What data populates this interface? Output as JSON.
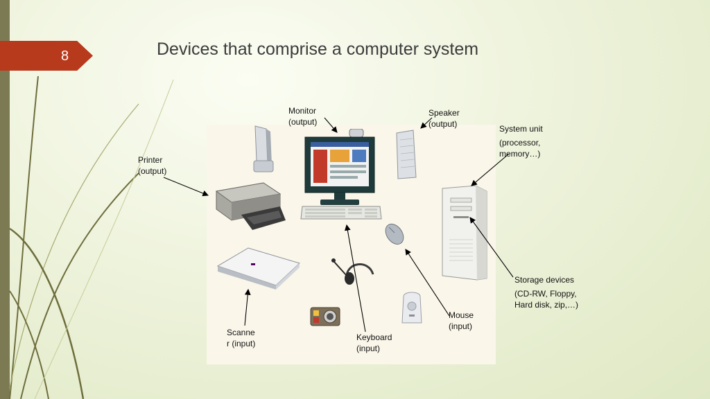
{
  "slide": {
    "number": "8",
    "title": "Devices that comprise a computer system"
  },
  "labels": {
    "monitor": [
      "Monitor",
      "(output)"
    ],
    "speaker": [
      "Speaker",
      "(output)"
    ],
    "system_unit": [
      "System unit",
      "(processor,",
      "memory…)"
    ],
    "printer": [
      "Printer",
      "(output)"
    ],
    "storage": [
      "Storage devices",
      "(CD-RW, Floppy,",
      "Hard disk, zip,…)"
    ],
    "mouse": [
      "Mouse",
      "(input)"
    ],
    "keyboard": [
      "Keyboard",
      "(input)"
    ],
    "scanner": [
      "Scanne",
      "r (input)"
    ]
  },
  "colors": {
    "accent": "#b73a1d",
    "stripe": "#7b7a52",
    "swoosh": "#6e6d3c"
  }
}
